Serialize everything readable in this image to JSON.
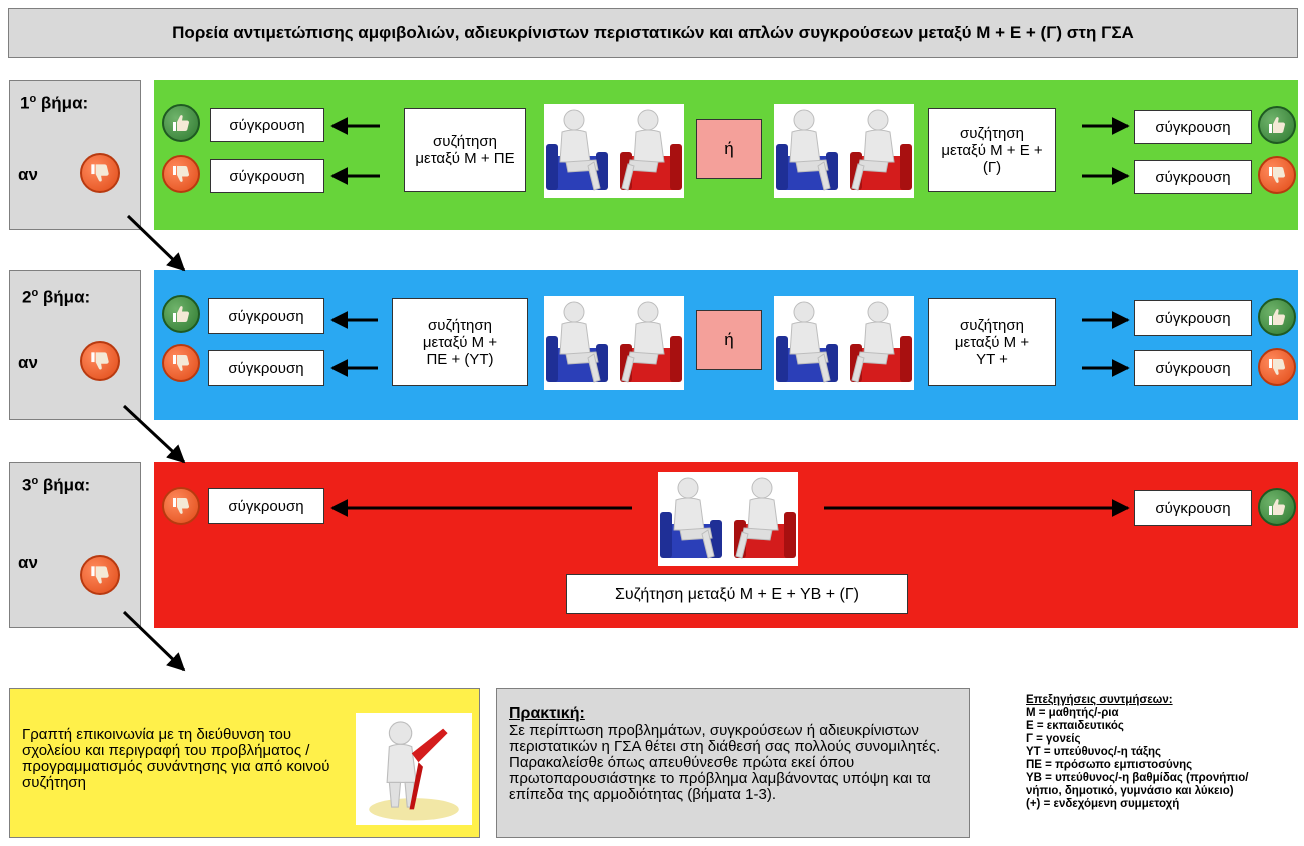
{
  "title": "Πορεία αντιμετώπισης αμφιβολιών, αδιευκρίνιστων περιστατικών και απλών συγκρούσεων μεταξύ Μ + Ε + (Γ) στη ΓΣΑ",
  "colors": {
    "step1": "#67d43a",
    "step2": "#2aa8f2",
    "step3": "#ee2018",
    "note": "#fff04a"
  },
  "steps": [
    {
      "num": "1",
      "sup": "ο",
      "word": " βήμα:",
      "if": "αν",
      "left_discussion": "συζήτηση μεταξύ Μ + ΠΕ",
      "or": "ή",
      "right_discussion": "συζήτηση μεταξύ Μ +  Ε + (Γ)",
      "conflict": "σύγκρουση"
    },
    {
      "num": "2",
      "sup": "ο",
      "word": " βήμα:",
      "if": "αν",
      "left_discussion": "συζήτηση μεταξύ Μ + ΠΕ + (ΥΤ)",
      "or": "ή",
      "right_discussion": "συζήτηση μεταξύ Μ + ΥΤ +",
      "conflict": "σύγκρουση"
    },
    {
      "num": "3",
      "sup": "ο",
      "word": " βήμα:",
      "if": "αν",
      "bottom_discussion": "Συζήτηση μεταξύ Μ + Ε + ΥΒ + (Γ)",
      "conflict": "σύγκρουση"
    }
  ],
  "written_note": "Γραπτή επικοινωνία με τη διεύθυνση του σχολείου και περιγραφή του προβλήματος / προγραμματισμός συνάντησης για από κοινού συζήτηση",
  "practice": {
    "title": "Πρακτική:",
    "body": "Σε περίπτωση προβλημάτων, συγκρούσεων ή αδιευκρίνιστων περιστατικών η ΓΣΑ θέτει στη διάθεσή σας πολλούς συνομιλητές. Παρακαλείσθε όπως απευθύνεσθε πρώτα εκεί όπου πρωτοπαρουσιάστηκε το πρόβλημα λαμβάνοντας υπόψη και τα επίπεδα της αρμοδιότητας (βήματα 1-3)."
  },
  "legend": {
    "title": "Επεξηγήσεις συντμήσεων:",
    "lines": [
      "Μ = μαθητής/-ρια",
      "Ε = εκπαιδευτικός",
      "Γ = γονείς",
      "ΥΤ = υπεύθυνος/-η τάξης",
      "ΠΕ = πρόσωπο εμπιστοσύνης",
      "ΥΒ = υπεύθυνος/-η βαθμίδας (προνήπιο/",
      "νήπιο, δημοτικό, γυμνάσιο και λύκειο)",
      "(+) = ενδεχόμενη συμμετοχή"
    ]
  },
  "icons": {
    "up": "thumbs-up-icon",
    "down": "thumbs-down-icon",
    "meeting": "meeting-figures-icon",
    "writer": "figure-writing-icon"
  }
}
